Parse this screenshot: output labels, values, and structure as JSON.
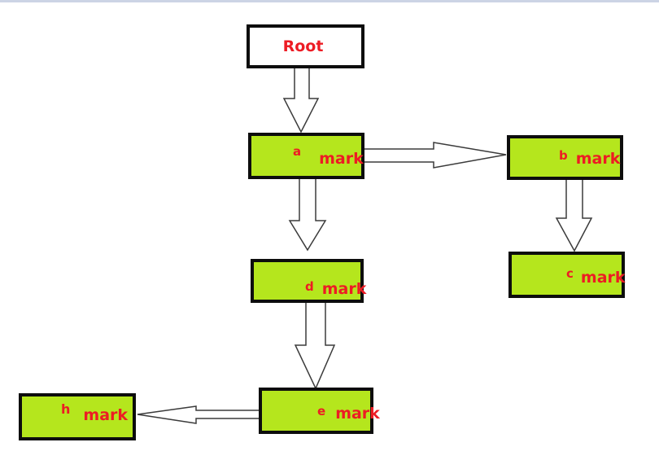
{
  "colors": {
    "canvas_bg": "#ffffff",
    "top_edge": "#ccd4e5",
    "node_fill": "#b5e61d",
    "root_fill": "#ffffff",
    "node_border": "#0d0d0d",
    "text_red": "#ed1c24",
    "arrow_outline": "#3b3b3b",
    "arrow_fill": "#ffffff"
  },
  "diagram": {
    "nodes": {
      "root": {
        "label": "Root"
      },
      "a": {
        "letter": "a",
        "word": "mark"
      },
      "b": {
        "letter": "b",
        "word": "mark"
      },
      "c": {
        "letter": "c",
        "word": "mark"
      },
      "d": {
        "letter": "d",
        "word": "mark"
      },
      "e": {
        "letter": "e",
        "word": "mark"
      },
      "h": {
        "letter": "h",
        "word": "mark"
      }
    },
    "edges": [
      {
        "from": "root",
        "to": "a",
        "direction": "down"
      },
      {
        "from": "a",
        "to": "b",
        "direction": "right"
      },
      {
        "from": "b",
        "to": "c",
        "direction": "down"
      },
      {
        "from": "a",
        "to": "d",
        "direction": "down"
      },
      {
        "from": "d",
        "to": "e",
        "direction": "down"
      },
      {
        "from": "e",
        "to": "h",
        "direction": "left"
      }
    ]
  }
}
